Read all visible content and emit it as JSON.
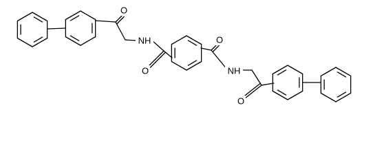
{
  "diagram": {
    "atoms": [
      {
        "key": "o1",
        "symbol": "O"
      },
      {
        "key": "nh1",
        "symbol": "NH"
      },
      {
        "key": "o2",
        "symbol": "O"
      },
      {
        "key": "o3",
        "symbol": "O"
      },
      {
        "key": "nh2",
        "symbol": "NH"
      },
      {
        "key": "o4",
        "symbol": "O"
      }
    ]
  },
  "colors": {
    "bond": "#000000",
    "label": "#000000",
    "background": "#ffffff"
  }
}
